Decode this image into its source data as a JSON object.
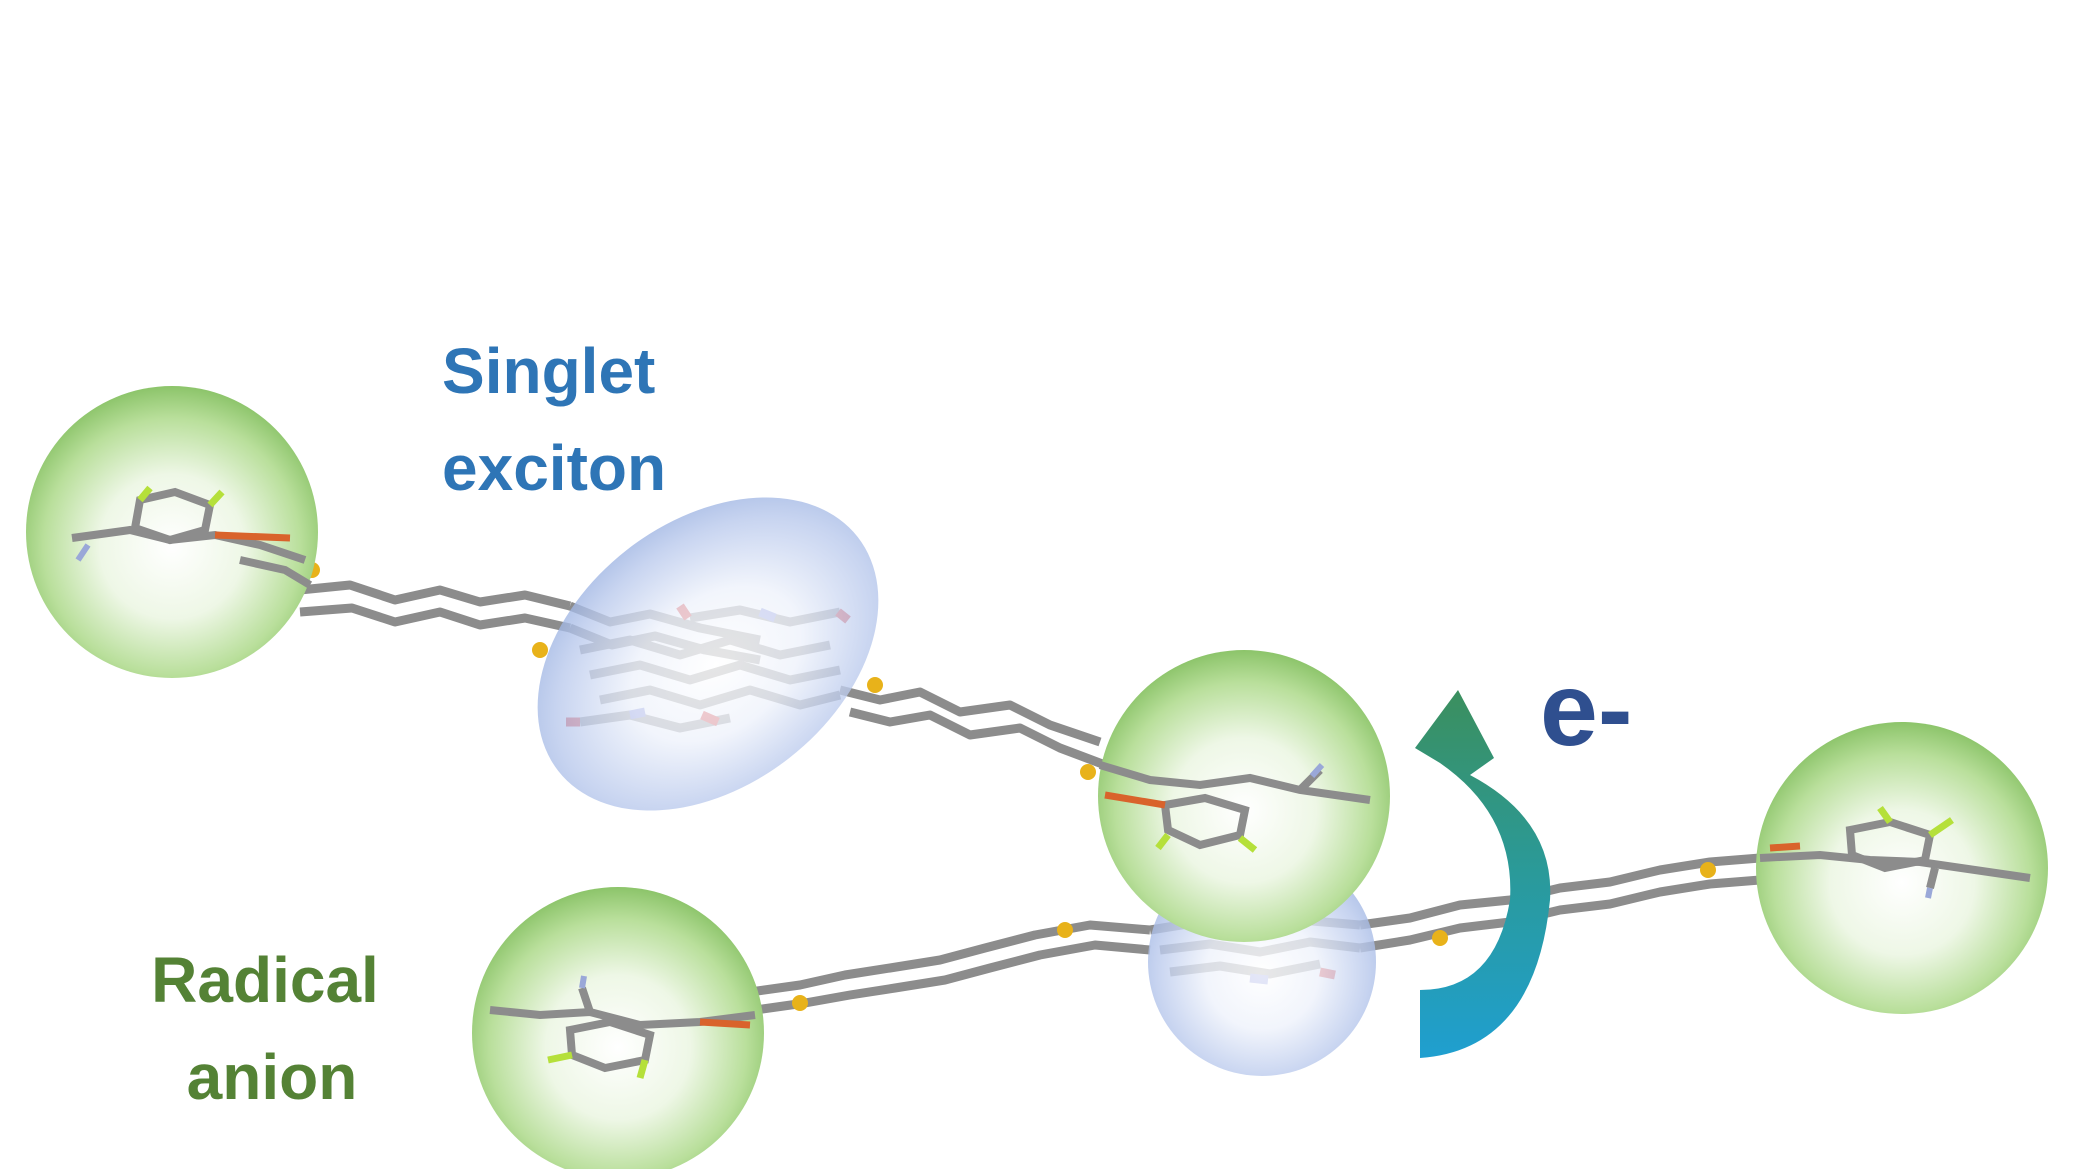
{
  "labels": {
    "singlet_line1": "Singlet",
    "singlet_line2": "exciton",
    "radical_line1": "Radical",
    "radical_line2": "anion",
    "electron": "e-"
  },
  "colors": {
    "singlet": "#2e75b6",
    "radical": "#548235",
    "electron": "#2f4f8f",
    "backbone": "#8c8c8c",
    "sulfur": "#e8b21a",
    "oxygen": "#d62828",
    "nitrogen": "#7b86d9",
    "fluorine": "#b5e03a",
    "sphere_green": "#9fd27a",
    "exciton_blue": "#a9bde6",
    "arrow_top": "#3a9e6b",
    "arrow_bottom": "#1f97c8"
  },
  "icons": {
    "end_group": "green-sphere",
    "exciton": "blue-ellipse",
    "transfer": "curved-arrow"
  }
}
